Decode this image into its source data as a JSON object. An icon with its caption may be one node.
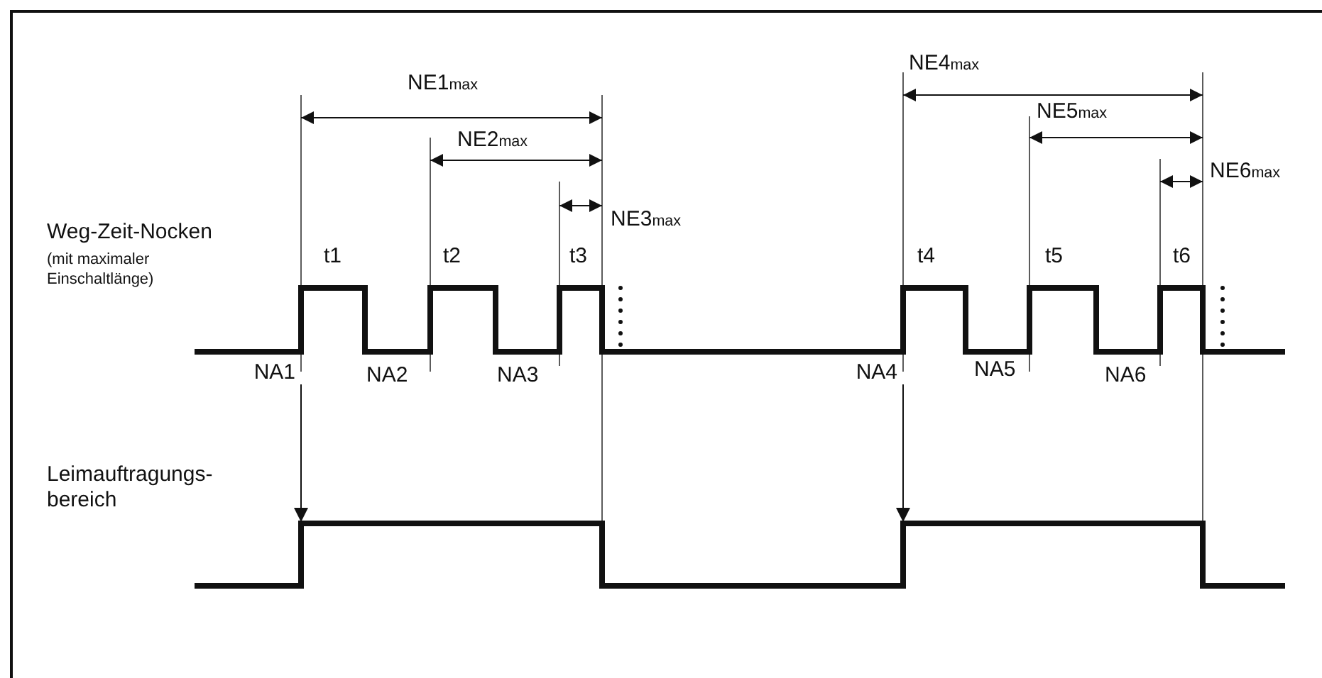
{
  "diagram": {
    "nodes": [
      {
        "text": [
          "NA1"
        ]
      },
      {
        "text": [
          "NA4"
        ]
      }
    ],
    "edges": [
      {
        "from": 0,
        "to": null,
        "arrow": "to"
      },
      {
        "from": 1,
        "to": null,
        "arrow": "to"
      }
    ],
    "labels": [
      "NE1$_{max}$",
      "NE2$_{max}$",
      "NE3$_{max}$",
      "NE4$_{max}$",
      "NE5$_{max}$",
      "NE6$_{max}$",
      "Weg-Zeit-Nocken",
      "(mit maximaler Einschaltlänge)",
      "t1",
      "t2",
      "t3",
      "t4",
      "t5",
      "t6",
      "NA2",
      "NA3",
      "NA5",
      "NA6",
      "Leimauftragungs- bereich"
    ]
  }
}
